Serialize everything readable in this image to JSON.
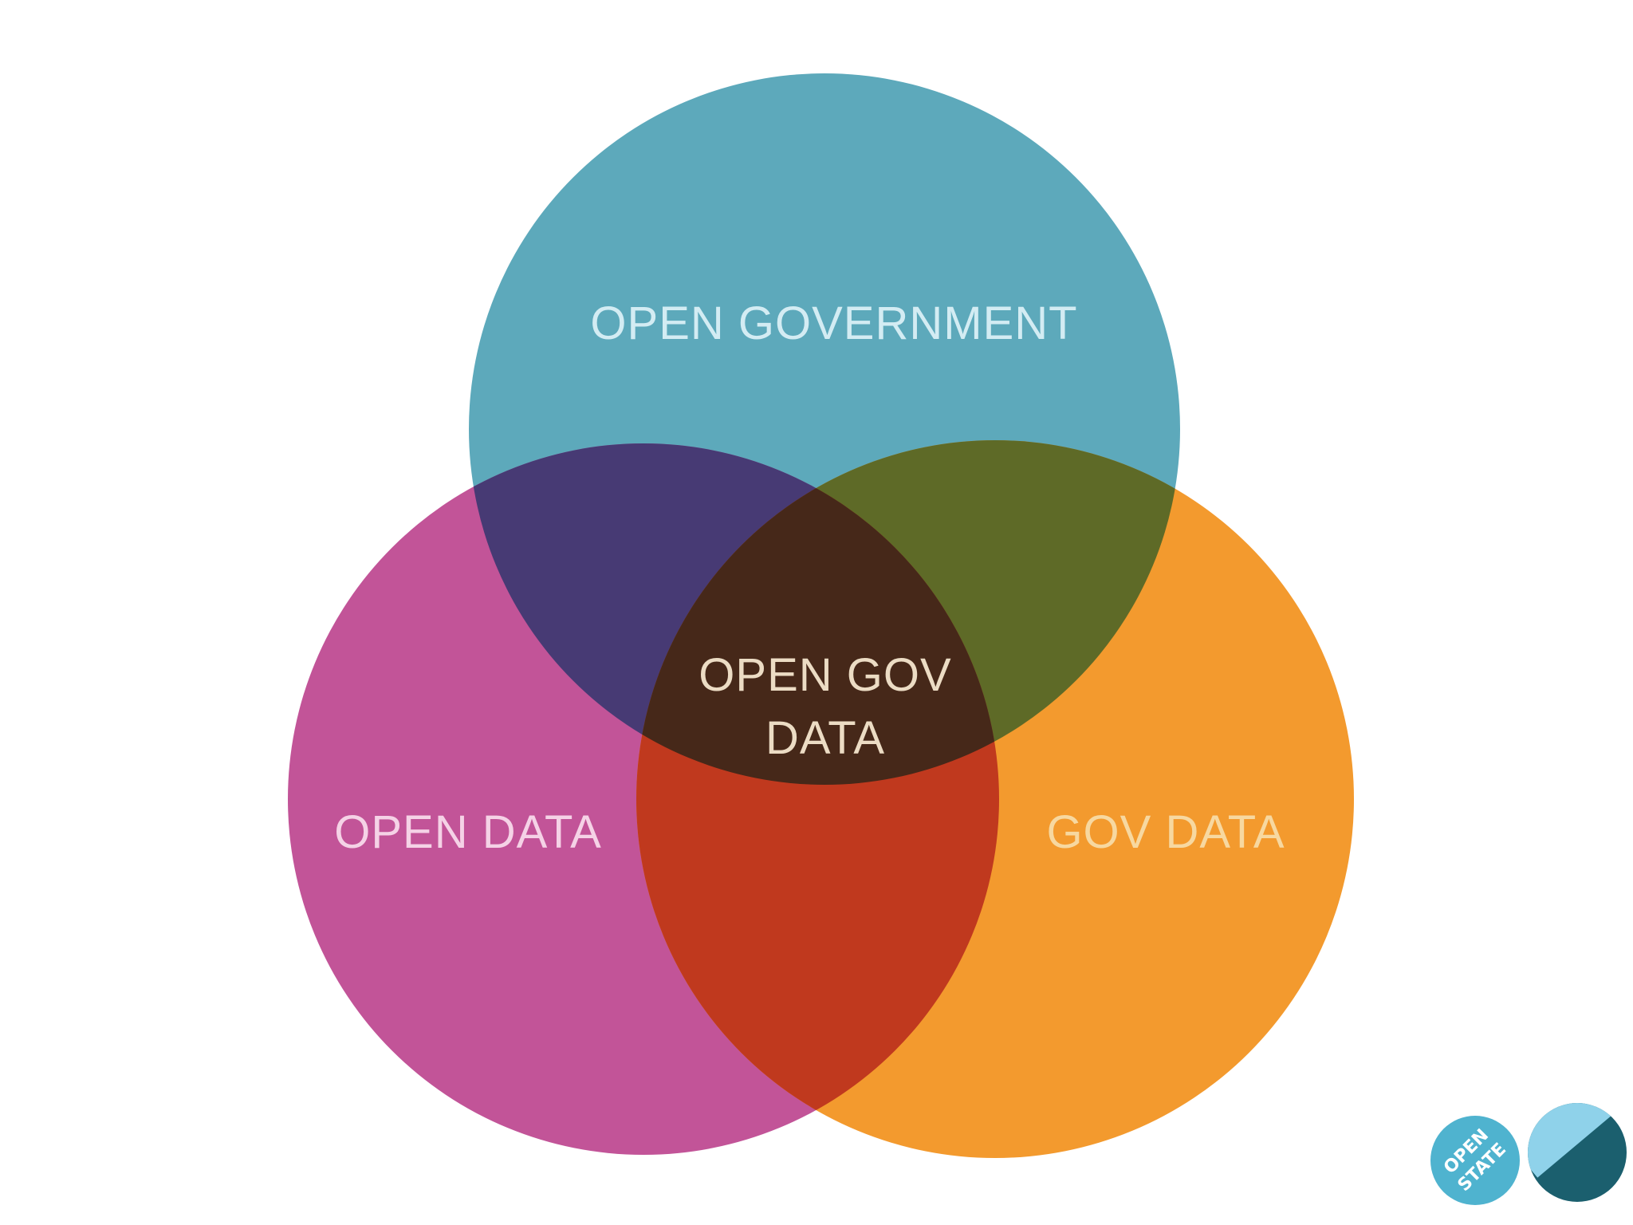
{
  "diagram": {
    "type": "venn",
    "sets": [
      {
        "id": "open-government",
        "label": "OPEN GOVERNMENT",
        "color": "#5da9bb",
        "label_color": "#d3ecf3"
      },
      {
        "id": "open-data",
        "label": "OPEN DATA",
        "color": "#c25498",
        "label_color": "#f5d2e6"
      },
      {
        "id": "gov-data",
        "label": "GOV DATA",
        "color": "#f39a2e",
        "label_color": "#f7d8a0"
      }
    ],
    "intersections": [
      {
        "id": "gov-open-data",
        "color": "#473a74"
      },
      {
        "id": "gov-gov-data",
        "color": "#5e6a27"
      },
      {
        "id": "open-data-gov-data",
        "color": "#c0391e"
      },
      {
        "id": "center",
        "color": "#462819",
        "label_lines": [
          "OPEN GOV",
          "DATA"
        ],
        "label_color": "#ecdcc4"
      }
    ]
  },
  "logos": {
    "open_state": {
      "lines": [
        "OPEN",
        "STATE"
      ],
      "color": "#4fb3cf",
      "text_color": "#ffffff"
    },
    "mark": {
      "color_top": "#8fd2ea",
      "color_bottom": "#1b5f6e"
    }
  }
}
